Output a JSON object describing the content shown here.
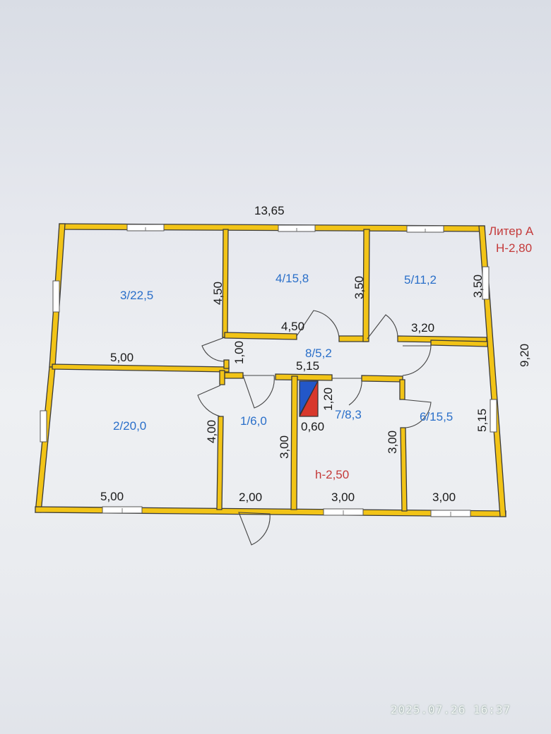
{
  "plan": {
    "overall_width": "13,65",
    "overall_depth": "9,20",
    "liter": "Литер А",
    "height_main": "Н-2,80",
    "height_inner": "h-2,50"
  },
  "rooms": [
    {
      "id": "room-3",
      "label": "3/22,5"
    },
    {
      "id": "room-4",
      "label": "4/15,8"
    },
    {
      "id": "room-5",
      "label": "5/11,2"
    },
    {
      "id": "room-8",
      "label": "8/5,2"
    },
    {
      "id": "room-2",
      "label": "2/20,0"
    },
    {
      "id": "room-1",
      "label": "1/6,0"
    },
    {
      "id": "room-7",
      "label": "7/8,3"
    },
    {
      "id": "room-6",
      "label": "6/15,5"
    }
  ],
  "dimensions": [
    "4,50",
    "3,50",
    "3,50",
    "4,50",
    "3,20",
    "5,00",
    "1,00",
    "5,15",
    "1,20",
    "0,60",
    "4,00",
    "3,00",
    "3,00",
    "5,15",
    "5,00",
    "2,00",
    "3,00",
    "3,00"
  ],
  "timestamp": "2025.07.26 16:37",
  "colors": {
    "wall": "#f2c417",
    "wall_edge": "#3a3a3a",
    "room_label": "#2a6fc9",
    "height_label": "#c43a3a",
    "chimney_blue": "#2357c8",
    "chimney_red": "#d8382c"
  }
}
